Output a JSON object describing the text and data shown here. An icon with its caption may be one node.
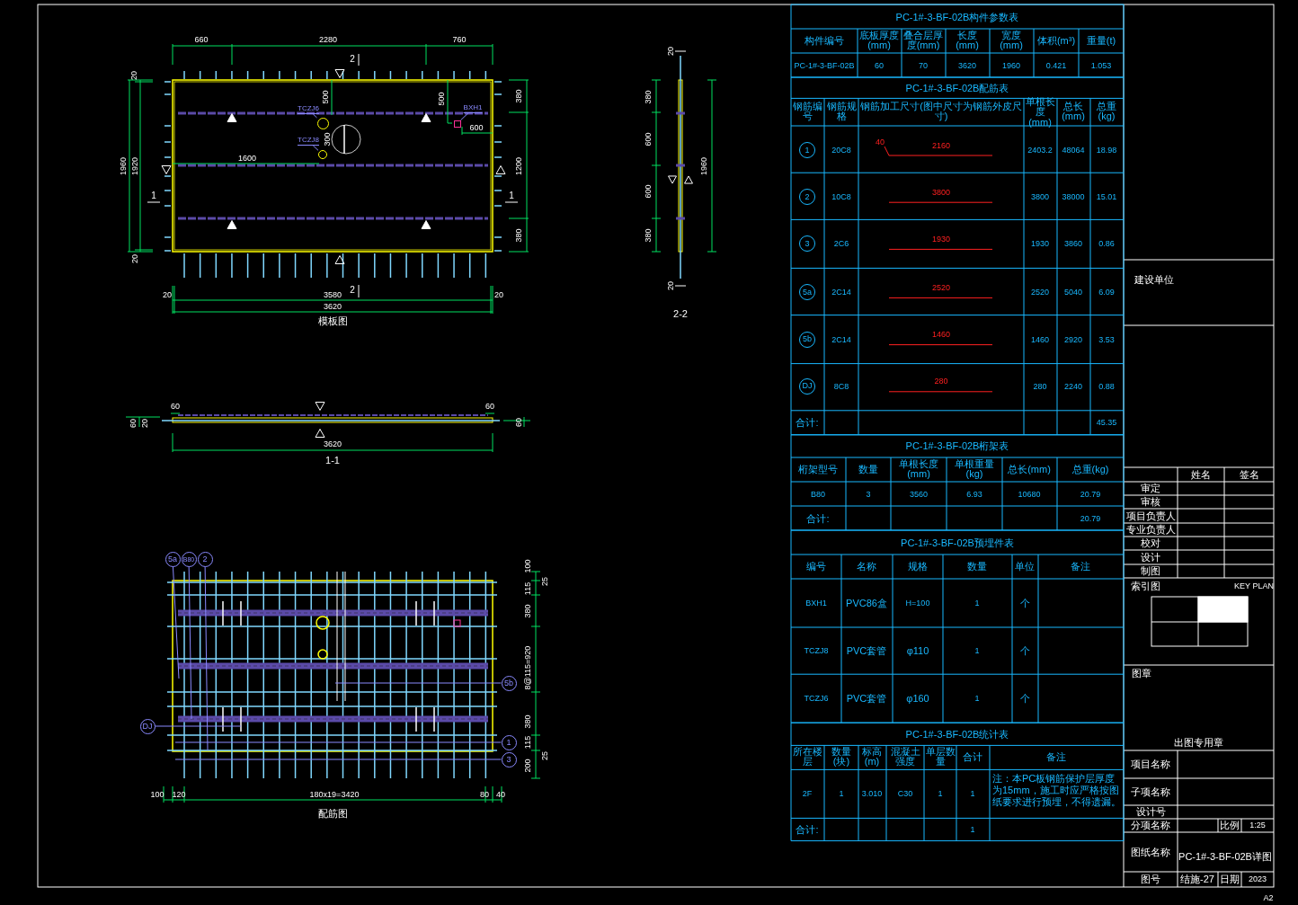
{
  "diagram": {
    "nodes": [
      {
        "text": [
          "1"
        ]
      },
      {
        "text": [
          "2"
        ]
      },
      {
        "text": [
          "3"
        ]
      },
      {
        "text": [
          "5a"
        ]
      },
      {
        "text": [
          "5b"
        ]
      },
      {
        "text": [
          "DJ"
        ]
      },
      {
        "text": [
          "5a"
        ]
      },
      {
        "text": [
          "B80"
        ]
      },
      {
        "text": [
          "2"
        ]
      },
      {
        "text": [
          "5b"
        ]
      },
      {
        "text": [
          "DJ"
        ]
      },
      {
        "text": [
          "1"
        ]
      },
      {
        "text": [
          "3"
        ]
      },
      {
        "text": [
          "TCZJ6"
        ]
      },
      {
        "text": [
          "TCZJ8"
        ]
      },
      {
        "text": [
          "BXH1"
        ]
      },
      {
        "text": [],
        "shape": "circle"
      },
      {
        "text": [],
        "shape": "circle"
      },
      {
        "text": [],
        "shape": "box"
      }
    ],
    "edges": [
      {
        "from": 6,
        "to": null,
        "arrow": "none"
      },
      {
        "from": 7,
        "to": null,
        "arrow": "none"
      },
      {
        "from": 8,
        "to": null,
        "arrow": "none"
      },
      {
        "from": 9,
        "to": null,
        "arrow": "none"
      },
      {
        "from": 10,
        "to": null,
        "arrow": "none"
      },
      {
        "from": 11,
        "to": null,
        "arrow": "none"
      },
      {
        "from": 12,
        "to": null,
        "arrow": "none"
      },
      {
        "from": 13,
        "to": 16,
        "arrow": "none"
      },
      {
        "from": 14,
        "to": 17,
        "arrow": "none"
      },
      {
        "from": 15,
        "to": 18,
        "arrow": "none"
      }
    ],
    "labels": [
      "660",
      "2280",
      "760",
      "2",
      "20",
      "1960",
      "1920",
      "20",
      "1",
      "1",
      "380",
      "1200",
      "380",
      "500",
      "500",
      "600",
      "300",
      "1600",
      "2",
      "20",
      "3580",
      "20",
      "3620",
      "模板图",
      "60",
      "60",
      "60",
      "20",
      "60",
      "3620",
      "1-1",
      "20",
      "380",
      "600",
      "600",
      "380",
      "1960",
      "20",
      "2-2",
      "100",
      "25",
      "115",
      "380",
      "8@115=920",
      "380",
      "115",
      "25",
      "200",
      "100",
      "120",
      "180x19=3420",
      "80",
      "40",
      "配筋图",
      "PC-1#-3-BF-02B构件参数表",
      "构件编号",
      "底板厚度(mm)",
      "叠合层厚度(mm)",
      "长度(mm)",
      "宽度(mm)",
      "体积(m³)",
      "重量(t)",
      "PC-1#-3-BF-02B",
      "60",
      "70",
      "3620",
      "1960",
      "0.421",
      "1.053",
      "PC-1#-3-BF-02B配筋表",
      "钢筋编号",
      "钢筋规格",
      "钢筋加工尺寸(图中尺寸为钢筋外皮尺寸)",
      "单根长度(mm)",
      "总长(mm)",
      "总重(kg)",
      "20C8",
      "40",
      "2160",
      "2403.2",
      "48064",
      "18.98",
      "10C8",
      "3800",
      "3800",
      "38000",
      "15.01",
      "2C6",
      "1930",
      "1930",
      "3860",
      "0.86",
      "2C14",
      "2520",
      "2520",
      "5040",
      "6.09",
      "2C14",
      "1460",
      "1460",
      "2920",
      "3.53",
      "8C8",
      "280",
      "280",
      "2240",
      "0.88",
      "合计:",
      "45.35",
      "PC-1#-3-BF-02B桁架表",
      "桁架型号",
      "数量",
      "单根长度(mm)",
      "单根重量(kg)",
      "总长(mm)",
      "总重(kg)",
      "B80",
      "3",
      "3560",
      "6.93",
      "10680",
      "20.79",
      "合计:",
      "20.79",
      "PC-1#-3-BF-02B预埋件表",
      "编号",
      "名称",
      "规格",
      "数量",
      "单位",
      "备注",
      "BXH1",
      "PVC86盒",
      "H=100",
      "1",
      "个",
      "TCZJ8",
      "PVC套管",
      "φ110",
      "1",
      "个",
      "TCZJ6",
      "PVC套管",
      "φ160",
      "1",
      "个",
      "PC-1#-3-BF-02B统计表",
      "所在楼层",
      "数量(块)",
      "标高(m)",
      "混凝土强度",
      "单层数量",
      "合计",
      "备注",
      "2F",
      "1",
      "3.010",
      "C30",
      "1",
      "1",
      "注：本PC板钢筋保护层厚度为15mm，施工时应严格按图纸要求进行预埋，不得遗漏。",
      "合计:",
      "1",
      "建设单位",
      "姓名",
      "签名",
      "审定",
      "审核",
      "项目负责人",
      "专业负责人",
      "校对",
      "设计",
      "制图",
      "索引图",
      "KEY PLAN",
      "图章",
      "出图专用章",
      "项目名称",
      "子项名称",
      "设计号",
      "分项名称",
      "比例",
      "1:25",
      "图纸名称",
      "PC-1#-3-BF-02B详图",
      "图号",
      "结施-27",
      "日期",
      "2023",
      "A2"
    ]
  }
}
